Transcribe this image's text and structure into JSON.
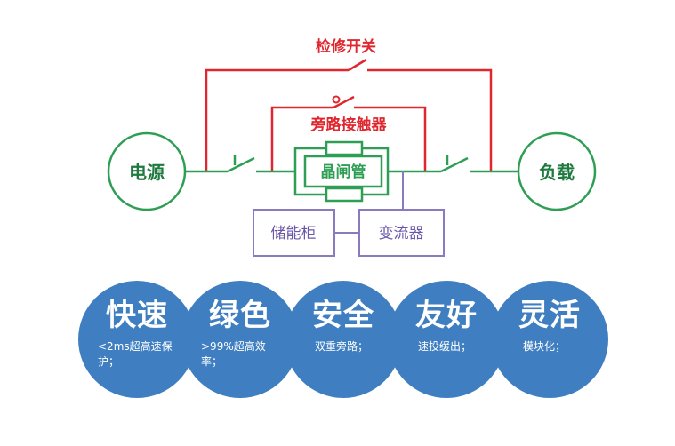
{
  "circuit": {
    "maintenance_switch": "检修开关",
    "bypass_contactor": "旁路接触器",
    "thyristor": "晶闸管",
    "power_source": "电源",
    "load": "负载",
    "energy_storage": "储能柜",
    "converter": "变流器"
  },
  "features": [
    {
      "title": "快速",
      "desc": "<2ms超高速保护；"
    },
    {
      "title": "绿色",
      "desc": ">99%超高效率；"
    },
    {
      "title": "安全",
      "desc": "双重旁路；"
    },
    {
      "title": "友好",
      "desc": "速投缓出；"
    },
    {
      "title": "灵活",
      "desc": "模块化；"
    }
  ],
  "colors": {
    "red": "#e0262e",
    "green": "#2f9e55",
    "purple": "#8a7bc0",
    "blue": "#3f7fc1"
  }
}
